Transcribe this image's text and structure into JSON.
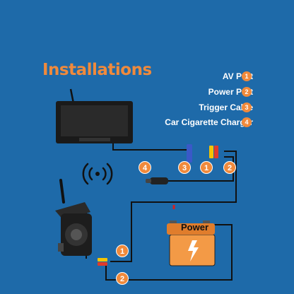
{
  "title": "Installations",
  "legend": [
    {
      "label": "AV Port",
      "number": "1"
    },
    {
      "label": "Power Port",
      "number": "2"
    },
    {
      "label": "Trigger Cable",
      "number": "3"
    },
    {
      "label": "Car Cigarette Charger",
      "number": "4"
    }
  ],
  "monitor_markers": [
    "4",
    "3",
    "1",
    "2"
  ],
  "camera_markers": [
    "1",
    "2"
  ],
  "battery_label": "Power",
  "colors": {
    "background": "#1e6aa9",
    "accent": "#f08a3c",
    "battery": "#f39a46"
  }
}
